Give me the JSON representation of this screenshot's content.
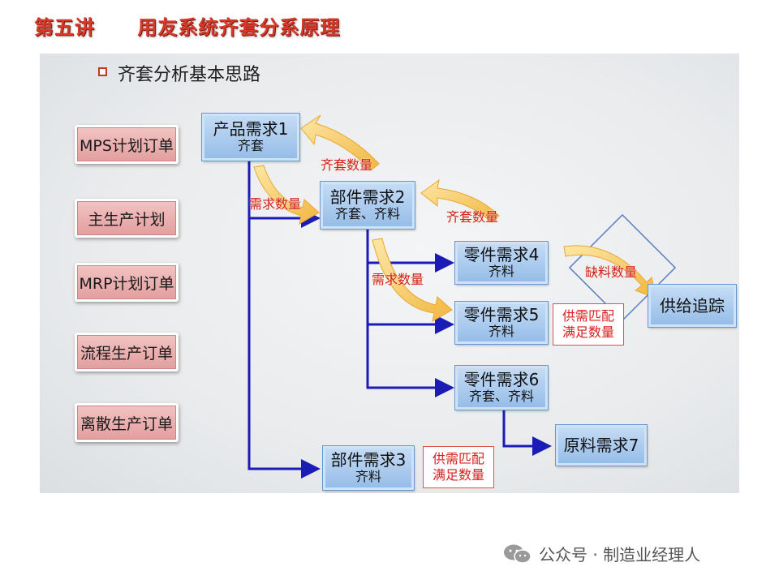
{
  "header": {
    "lesson": "第五讲",
    "title": "用友系统齐套分系原理"
  },
  "slide": {
    "title": "齐套分析基本思路"
  },
  "sources": [
    "MPS计划订单",
    "主生产计划",
    "MRP计划订单",
    "流程生产订单",
    "离散生产订单"
  ],
  "nodes": {
    "n1": {
      "title": "产品需求1",
      "sub": "齐套"
    },
    "n2": {
      "title": "部件需求2",
      "sub": "齐套、齐料"
    },
    "n3": {
      "title": "部件需求3",
      "sub": "齐料"
    },
    "n4": {
      "title": "零件需求4",
      "sub": "齐料"
    },
    "n5": {
      "title": "零件需求5",
      "sub": "齐料"
    },
    "n6": {
      "title": "零件需求6",
      "sub": "齐套、齐料"
    },
    "n7": {
      "title": "原料需求7"
    },
    "supply": {
      "title": "供给追踪"
    }
  },
  "notes": {
    "match_n5": {
      "line1": "供需匹配",
      "line2": "满足数量"
    },
    "match_n3": {
      "line1": "供需匹配",
      "line2": "满足数量"
    }
  },
  "edge_labels": {
    "kit_qty_1": "齐套数量",
    "demand_qty_1": "需求数量",
    "kit_qty_2": "齐套数量",
    "demand_qty_2": "需求数量",
    "shortage_qty": "缺料数量"
  },
  "footer": {
    "account": "公众号 · 制造业经理人"
  },
  "colors": {
    "header_red": "#d63a2a",
    "connector_blue": "#1b1bb5",
    "flow_arrow": "#f5c24a",
    "note_red": "#d81e1e"
  }
}
